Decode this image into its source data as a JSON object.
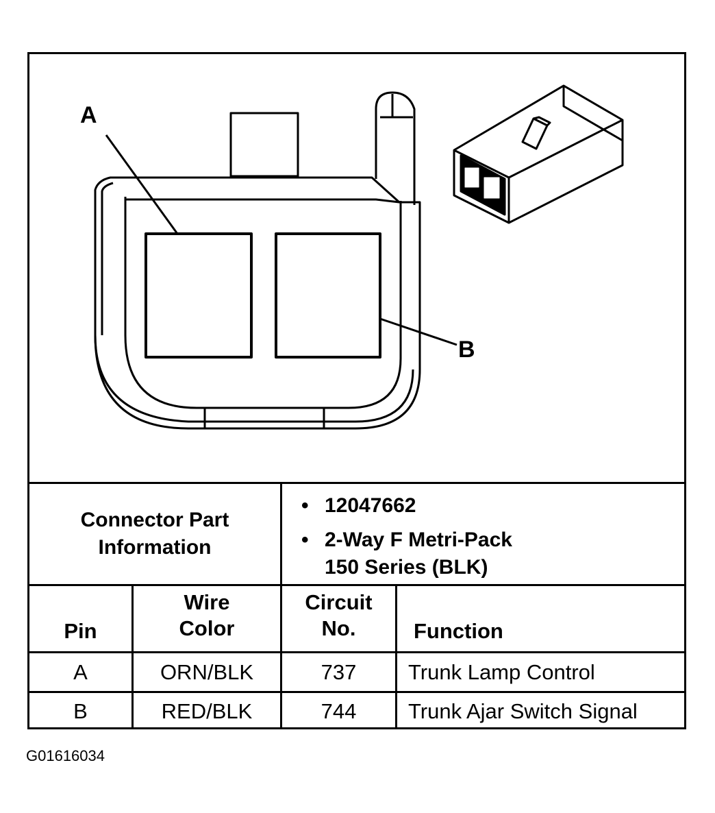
{
  "diagram": {
    "label_a": "A",
    "label_b": "B"
  },
  "connector_info": {
    "label": "Connector Part Information",
    "part_number": "12047662",
    "description_line1": "2-Way F Metri-Pack",
    "description_line2": "150 Series (BLK)"
  },
  "table": {
    "headers": {
      "pin": "Pin",
      "wire_color_1": "Wire",
      "wire_color_2": "Color",
      "circuit_1": "Circuit",
      "circuit_2": "No.",
      "function": "Function"
    },
    "rows": [
      {
        "pin": "A",
        "wire_color": "ORN/BLK",
        "circuit": "737",
        "function": "Trunk Lamp Control"
      },
      {
        "pin": "B",
        "wire_color": "RED/BLK",
        "circuit": "744",
        "function": "Trunk Ajar Switch Signal"
      }
    ]
  },
  "figure_code": "G01616034"
}
